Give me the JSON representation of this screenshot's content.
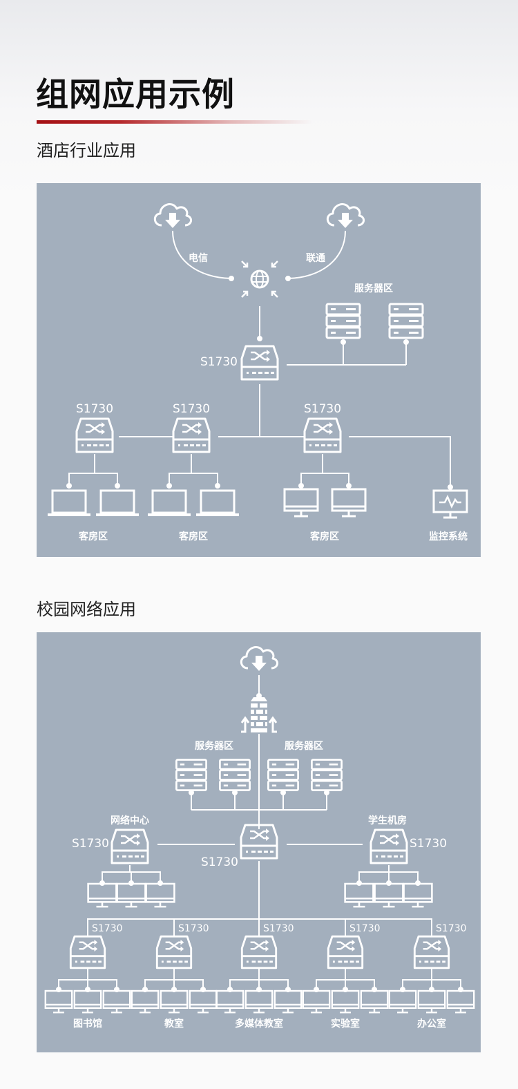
{
  "header": {
    "title": "组网应用示例"
  },
  "hotel": {
    "subtitle": "酒店行业应用",
    "isp_left": "电信",
    "isp_right": "联通",
    "server_zone": "服务器区",
    "core_switch": "S1730",
    "access_switches": [
      "S1730",
      "S1730",
      "S1730"
    ],
    "zones": [
      "客房区",
      "客房区",
      "客房区",
      "监控系统"
    ]
  },
  "campus": {
    "subtitle": "校园网络应用",
    "server_zones": [
      "服务器区",
      "服务器区"
    ],
    "core_switch": "S1730",
    "left_group": {
      "name": "网络中心",
      "switch": "S1730"
    },
    "right_group": {
      "name": "学生机房",
      "switch": "S1730"
    },
    "access_switches": [
      "S1730",
      "S1730",
      "S1730",
      "S1730",
      "S1730"
    ],
    "zones": [
      "图书馆",
      "教室",
      "多媒体教室",
      "实验室",
      "办公室"
    ]
  },
  "colors": {
    "panel": "#a3afbd",
    "accent": "#a40f13",
    "line": "#ffffff"
  }
}
